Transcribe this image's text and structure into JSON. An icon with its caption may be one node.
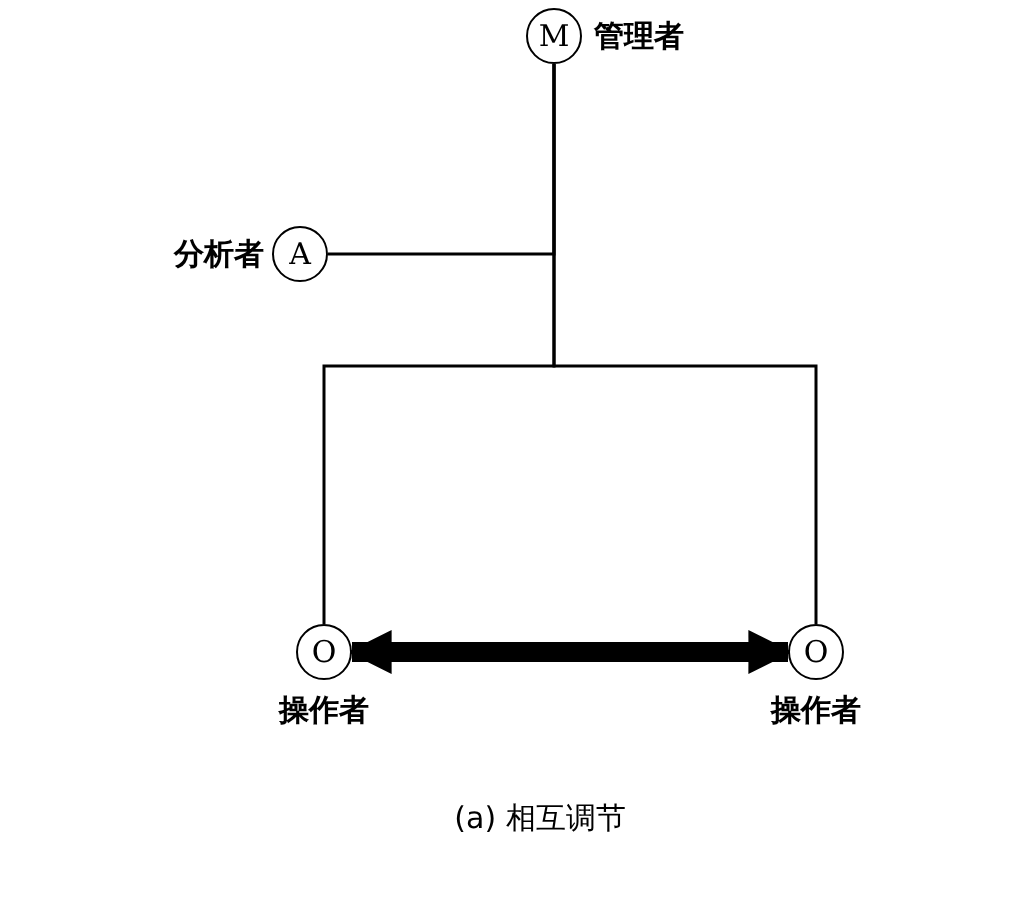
{
  "diagram": {
    "caption": "(a) 相互调节",
    "nodes": [
      {
        "text": [
          "M"
        ],
        "beside": [
          "管理者"
        ]
      },
      {
        "text": [
          "A"
        ],
        "beside": [
          "分析者"
        ]
      },
      {
        "text": [
          "O"
        ],
        "beside": [
          "操作者"
        ]
      },
      {
        "text": [
          "O"
        ],
        "beside": [
          "操作者"
        ]
      }
    ],
    "edges": [
      {
        "from": 0,
        "to": 1,
        "arrow": "none"
      },
      {
        "from": 0,
        "to": 2,
        "arrow": "none"
      },
      {
        "from": 0,
        "to": 3,
        "arrow": "none"
      },
      {
        "from": 2,
        "to": 3,
        "arrow": "both",
        "style": "thick"
      }
    ]
  }
}
